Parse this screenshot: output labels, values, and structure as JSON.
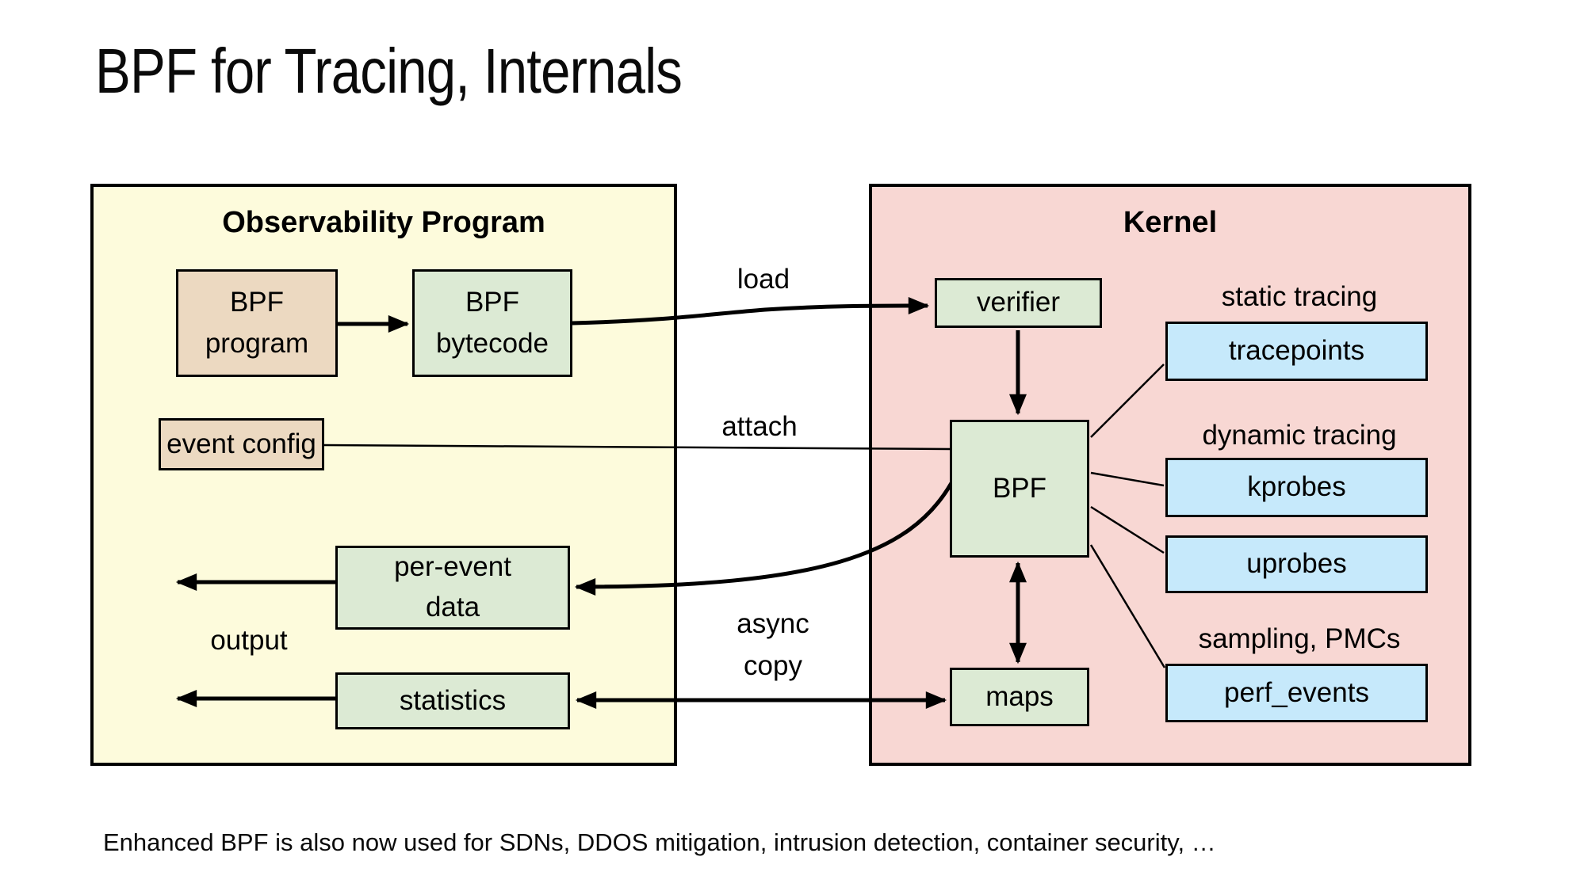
{
  "slide": {
    "title": "BPF for Tracing, Internals",
    "footer": "Enhanced BPF is also now used for SDNs, DDOS mitigation, intrusion detection, container security, …"
  },
  "observability": {
    "title": "Observability Program",
    "bpf_program": {
      "line1": "BPF",
      "line2": "program"
    },
    "bpf_bytecode": {
      "line1": "BPF",
      "line2": "bytecode"
    },
    "event_config": "event config",
    "per_event_data": {
      "line1": "per-event",
      "line2": "data"
    },
    "statistics": "statistics",
    "output_label": "output"
  },
  "kernel": {
    "title": "Kernel",
    "verifier": "verifier",
    "bpf": "BPF",
    "maps": "maps",
    "static_tracing_label": "static tracing",
    "tracepoints": "tracepoints",
    "dynamic_tracing_label": "dynamic tracing",
    "kprobes": "kprobes",
    "uprobes": "uprobes",
    "sampling_label": "sampling, PMCs",
    "perf_events": "perf_events"
  },
  "edge_labels": {
    "load": "load",
    "attach": "attach",
    "async": "async",
    "copy": "copy"
  },
  "colors": {
    "observability_fill": "#FDFBDC",
    "kernel_fill": "#F8D7D3",
    "green_node": "#DCEAD4",
    "tan_node": "#ECD9C1",
    "blue_node": "#C6E9FB",
    "line": "#000000"
  }
}
